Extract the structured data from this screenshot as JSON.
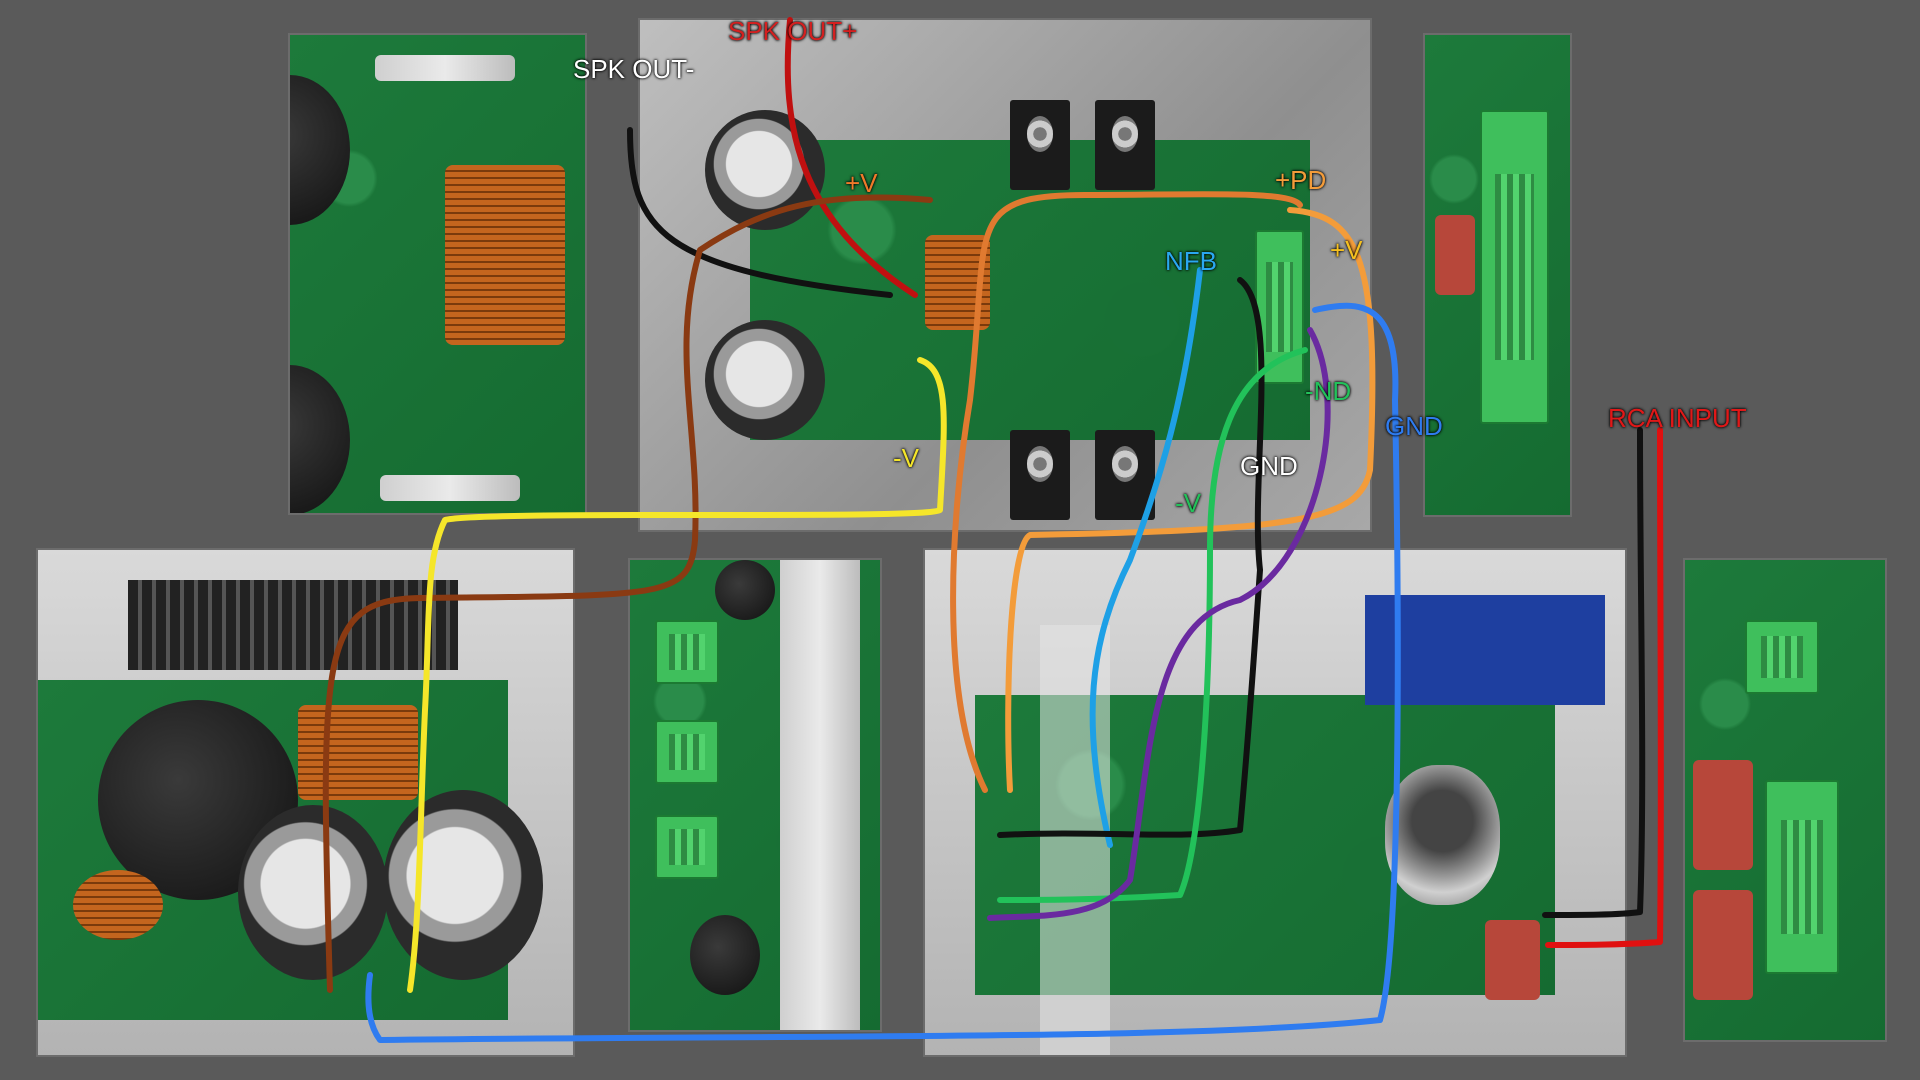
{
  "labels": {
    "spk_out_plus": "SPK OUT+",
    "spk_out_minus": "SPK OUT-",
    "pos_v_top": "+V",
    "pos_pd": "+PD",
    "pos_v_right": "+V",
    "nfb": "NFB",
    "neg_v_top": "-V",
    "neg_nd": "-ND",
    "gnd_blue": "GND",
    "gnd_white": "GND",
    "neg_v_mid": "-V",
    "rca_input": "RCA INPUT"
  },
  "colors": {
    "background": "#5a5a5a",
    "spk_plus": "#c01010",
    "spk_minus": "#111111",
    "pos_v": "#e07a30",
    "pos_pd": "#f39c3a",
    "nfb": "#1ea0e6",
    "neg_v": "#f5e62a",
    "neg_nd": "#22c25a",
    "gnd_blue": "#2f7cf0",
    "gnd_black": "#111111",
    "brown": "#8a3a12",
    "purple": "#6a2aa0",
    "rca_red": "#e01010",
    "rca_black": "#111111"
  },
  "photos": [
    "output-filter-board",
    "amplifier-module",
    "terminal-strip-board",
    "power-supply-chassis",
    "regulator-board",
    "preamp-tube-board",
    "rca-input-board"
  ]
}
